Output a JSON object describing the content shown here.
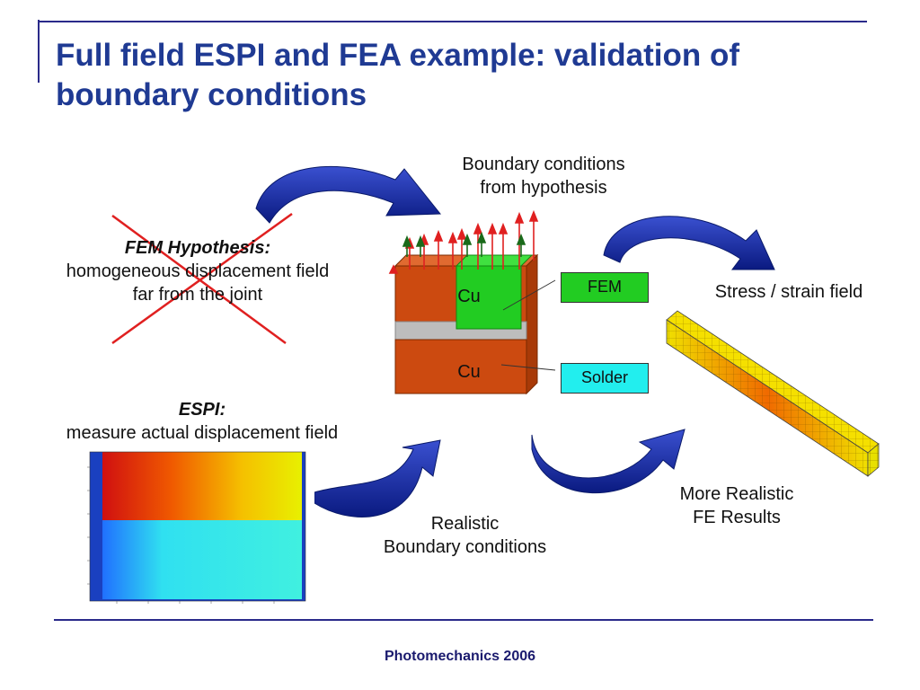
{
  "slide": {
    "title": "Full field ESPI and FEA example: validation of boundary conditions",
    "footer": "Photomechanics 2006"
  },
  "labels": {
    "bc_hypothesis_line1": "Boundary conditions",
    "bc_hypothesis_line2": "from hypothesis",
    "fem_hyp_title": "FEM Hypothesis:",
    "fem_hyp_line1": "homogeneous displacement field",
    "fem_hyp_line2": "far from the joint",
    "espi_title": "ESPI:",
    "espi_line": "measure actual displacement field",
    "cu_top": "Cu",
    "cu_bottom": "Cu",
    "fem_box": "FEM",
    "solder_box": "Solder",
    "stress": "Stress / strain field",
    "realistic_line1": "Realistic",
    "realistic_line2": "Boundary conditions",
    "more_line1": "More Realistic",
    "more_line2": "FE Results"
  },
  "colors": {
    "title": "#1f3a93",
    "arrow_fill": "#1a2a9a",
    "copper": "#cc4a10",
    "solder_grey": "#bdbdbd",
    "fem_green": "#22cc22",
    "solder_cyan": "#22eeee",
    "cross_red": "#e02020",
    "rule": "#2a2a8a"
  }
}
